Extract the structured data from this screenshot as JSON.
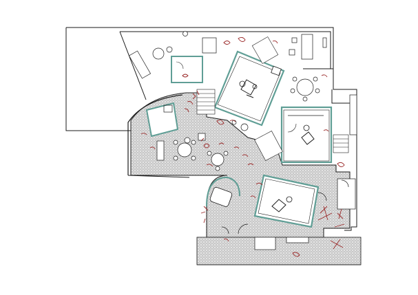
{
  "colors": {
    "background": "#ffffff",
    "wall": "#1a1a1a",
    "teal": "#5f9e95",
    "plant": "#9b2a2a",
    "tile": "#d8d8d8",
    "tile_line": "#9a9a9a"
  },
  "plan": {
    "rooms": [
      {
        "name": "room-upper-center"
      },
      {
        "name": "room-right"
      },
      {
        "name": "room-lower-center"
      },
      {
        "name": "room-left"
      },
      {
        "name": "room-small-top"
      }
    ],
    "tables": 6,
    "staircases": 4
  }
}
